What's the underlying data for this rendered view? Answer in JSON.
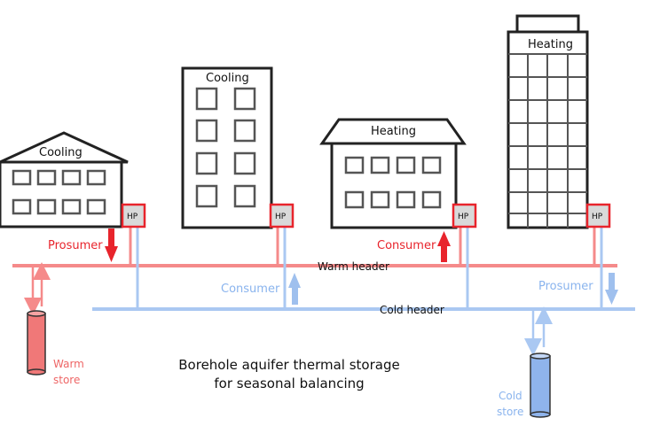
{
  "buildings": [
    {
      "label": "Cooling",
      "hp": "HP",
      "role": "Prosumer"
    },
    {
      "label": "Cooling",
      "hp": "HP",
      "role": "Consumer"
    },
    {
      "label": "Heating",
      "hp": "HP",
      "role": "Consumer"
    },
    {
      "label": "Heating",
      "hp": "HP",
      "role": "Prosumer"
    }
  ],
  "headers": {
    "warm": "Warm header",
    "cold": "Cold header"
  },
  "stores": {
    "warm": [
      "Warm",
      "store"
    ],
    "cold": [
      "Cold",
      "store"
    ]
  },
  "caption": [
    "Borehole aquifer thermal storage",
    "for seasonal balancing"
  ],
  "colors": {
    "warm_line": "#f58a8a",
    "cold_line": "#aac8f2",
    "red_arrow": "#e8242c",
    "blue_arrow": "#9fc0ee",
    "hp_border": "#e8242c",
    "hp_fill": "#d9d9d9",
    "warm_store": "#f07878",
    "cold_store": "#8fb4ec"
  }
}
